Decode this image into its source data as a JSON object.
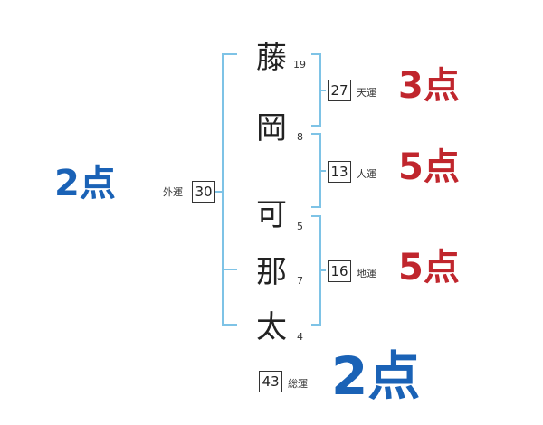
{
  "name_characters": [
    {
      "char": "藤",
      "strokes": "19"
    },
    {
      "char": "岡",
      "strokes": "8"
    },
    {
      "char": "可",
      "strokes": "5"
    },
    {
      "char": "那",
      "strokes": "7"
    },
    {
      "char": "太",
      "strokes": "4"
    }
  ],
  "fortunes": {
    "tenkaku": {
      "value": "27",
      "label": "天運",
      "score": "3点"
    },
    "jinkaku": {
      "value": "13",
      "label": "人運",
      "score": "5点"
    },
    "chikaku": {
      "value": "16",
      "label": "地運",
      "score": "5点"
    },
    "gaikaku": {
      "value": "30",
      "label": "外運",
      "score": "2点"
    },
    "soukaku": {
      "value": "43",
      "label": "総運",
      "score": "2点"
    }
  },
  "colors": {
    "bracket": "#7ec3e6",
    "score_red": "#c0262d",
    "score_blue": "#1a62b6"
  }
}
